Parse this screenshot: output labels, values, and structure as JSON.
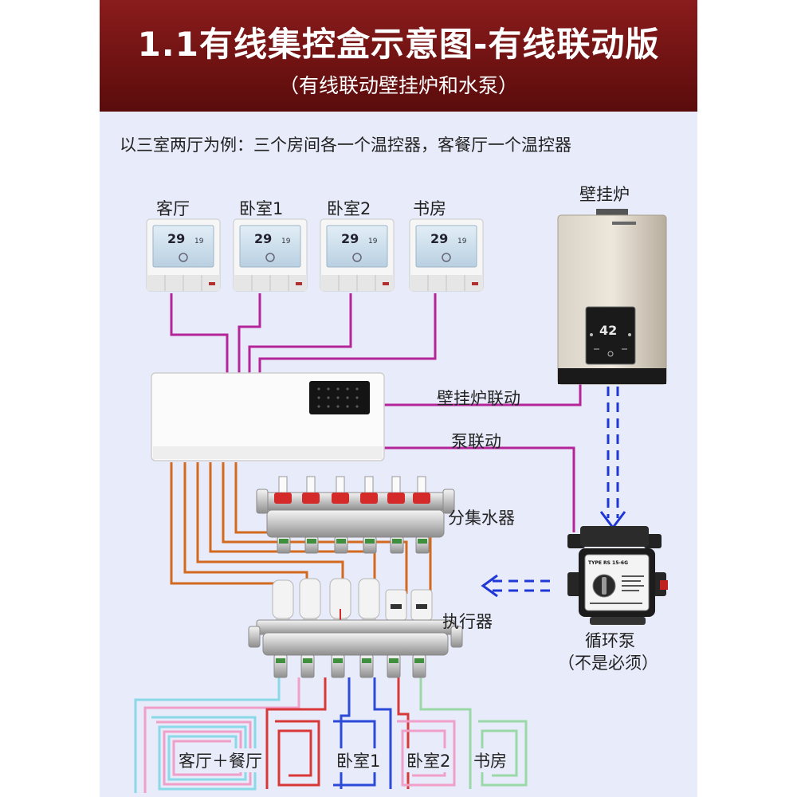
{
  "title": "1.1有线集控盒示意图-有线联动版",
  "subtitle": "（有线联动壁挂炉和水泵）",
  "intro": "以三室两厅为例：三个房间各一个温控器，客餐厅一个温控器",
  "thermostats": [
    {
      "label": "客厅",
      "temp": "29",
      "set": "19"
    },
    {
      "label": "卧室1",
      "temp": "29",
      "set": "19"
    },
    {
      "label": "卧室2",
      "temp": "29",
      "set": "19"
    },
    {
      "label": "书房",
      "temp": "29",
      "set": "19"
    }
  ],
  "boiler": {
    "label": "壁挂炉",
    "display": "42"
  },
  "links": {
    "boiler": "壁挂炉联动",
    "pump": "泵联动"
  },
  "manifold_label": "分集水器",
  "actuator_label": "执行器",
  "pump": {
    "label": "循环泵",
    "note": "（不是必须）",
    "plate": "TYPE RS 15-6G"
  },
  "floor_zones": [
    "客厅＋餐厅",
    "卧室1",
    "卧室2",
    "书房"
  ],
  "colors": {
    "banner": "#7a1616",
    "panel": "#e8ebfa",
    "thermo_wire": "#b4259a",
    "link_wire": "#b4259a",
    "actuator_wire": "#d2691e",
    "water_flow": "#1f37d6",
    "loop_pink": "#f0a0c8",
    "loop_cyan": "#8ad8e8",
    "loop_green": "#9ad8a8",
    "loop_red": "#d83838",
    "loop_blue": "#2c4ad8"
  }
}
